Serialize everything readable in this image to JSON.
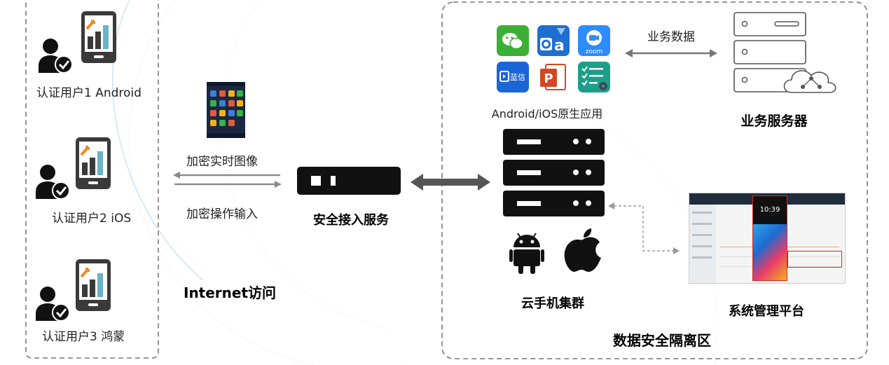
{
  "users": [
    {
      "label": "认证用户1 Android"
    },
    {
      "label": "认证用户2 iOS"
    },
    {
      "label": "认证用户3 鸿蒙"
    }
  ],
  "arrows": {
    "encrypted_image": "加密实时图像",
    "encrypted_input": "加密操作输入"
  },
  "internet_label": "Internet访问",
  "gateway_label": "安全接入服务",
  "apps": {
    "caption": "Android/iOS原生应用",
    "lanxin_label": "蓝信",
    "zoom_label": "zoom"
  },
  "business_data_label": "业务数据",
  "business_server_label": "业务服务器",
  "cloud_cluster_label": "云手机集群",
  "admin_platform_label": "系统管理平台",
  "phone_screen_time": "10:39",
  "zone_label": "数据安全隔离区",
  "colors": {
    "dashed_border": "#777777",
    "arrow_gray": "#8a8a8a",
    "wechat": "#3cb034",
    "oa": "#1f6fd1",
    "zoom": "#2d8cff",
    "lanxin": "#1a66d6",
    "ppt": "#d24726",
    "tasks": "#1d9e8a"
  }
}
